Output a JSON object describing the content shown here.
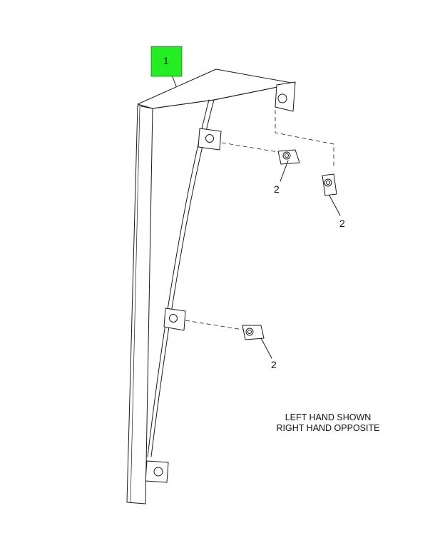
{
  "callouts": {
    "item_1": "1",
    "item_2a": "2",
    "item_2b": "2",
    "item_2c": "2"
  },
  "highlight_color": "#22ee22",
  "note": {
    "line1": "LEFT HAND SHOWN",
    "line2": "RIGHT HAND OPPOSITE"
  }
}
